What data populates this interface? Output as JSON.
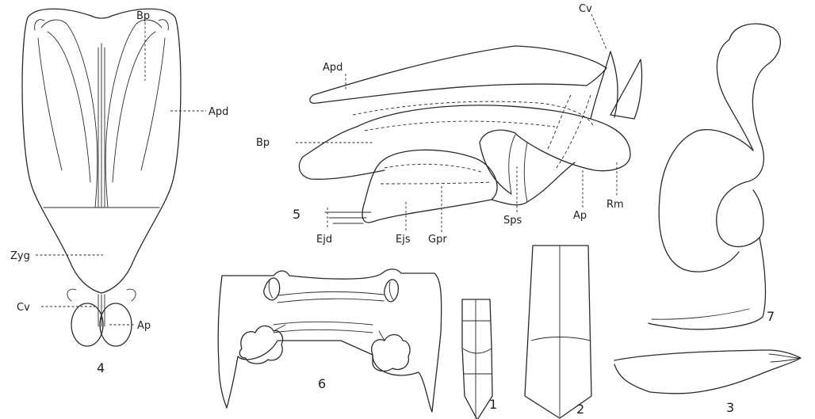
{
  "labels": {
    "fig4_bp": "Bp",
    "fig4_apd": "Apd",
    "fig4_zyg": "Zyg",
    "fig4_cv": "Cv",
    "fig4_ap": "Ap",
    "fig5_apd": "Apd",
    "fig5_cv": "Cv",
    "fig5_bp": "Bp",
    "fig5_ejd": "Ejd",
    "fig5_ejs": "Ejs",
    "fig5_gpr": "Gpr",
    "fig5_sps": "Sps",
    "fig5_ap": "Ap",
    "fig5_rm": "Rm"
  },
  "figure_numbers": {
    "fig1": "1",
    "fig2": "2",
    "fig3": "3",
    "fig4": "4",
    "fig5": "5",
    "fig6": "6",
    "fig7": "7"
  }
}
